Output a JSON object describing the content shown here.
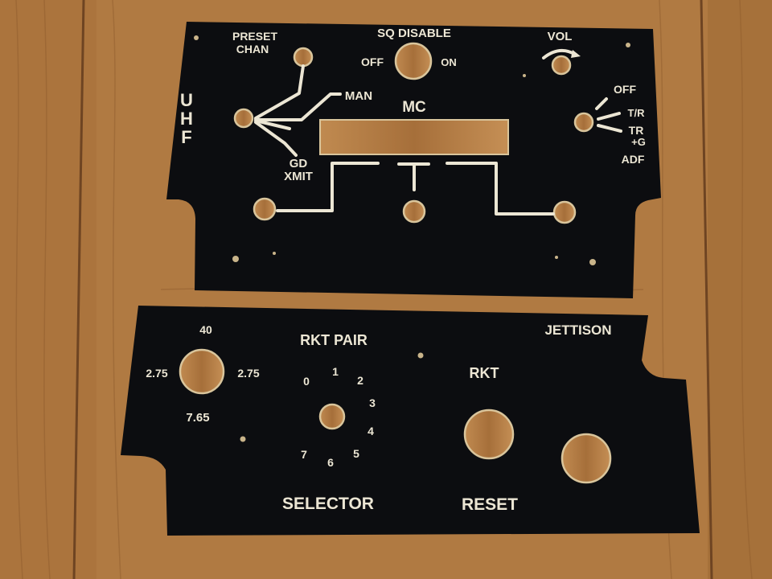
{
  "scene": {
    "surface": "wood-table",
    "colors": {
      "wood": "#b07a42",
      "panel": "#0c0d10",
      "engraving": "#ece6d4"
    }
  },
  "upper_panel": {
    "side_label": [
      "U",
      "H",
      "F"
    ],
    "preset_chan": [
      "PRESET",
      "CHAN"
    ],
    "sq_disable": "SQ DISABLE",
    "off": "OFF",
    "on": "ON",
    "vol": "VOL",
    "man": "MAN",
    "mc": "MC",
    "gd_xmit": [
      "GD",
      "XMIT"
    ],
    "adf_positions": [
      "OFF",
      "T/R",
      "TR",
      "+G"
    ],
    "adf": "ADF"
  },
  "lower_panel": {
    "rkt_pair": "RKT PAIR",
    "jettison": "JETTISON",
    "size_40": "40",
    "size_275_left": "2.75",
    "size_275_right": "2.75",
    "size_765": "7.65",
    "rkt": "RKT",
    "selector_numbers": [
      "0",
      "1",
      "2",
      "3",
      "4",
      "5",
      "6",
      "7"
    ],
    "selector": "SELECTOR",
    "reset": "RESET"
  }
}
